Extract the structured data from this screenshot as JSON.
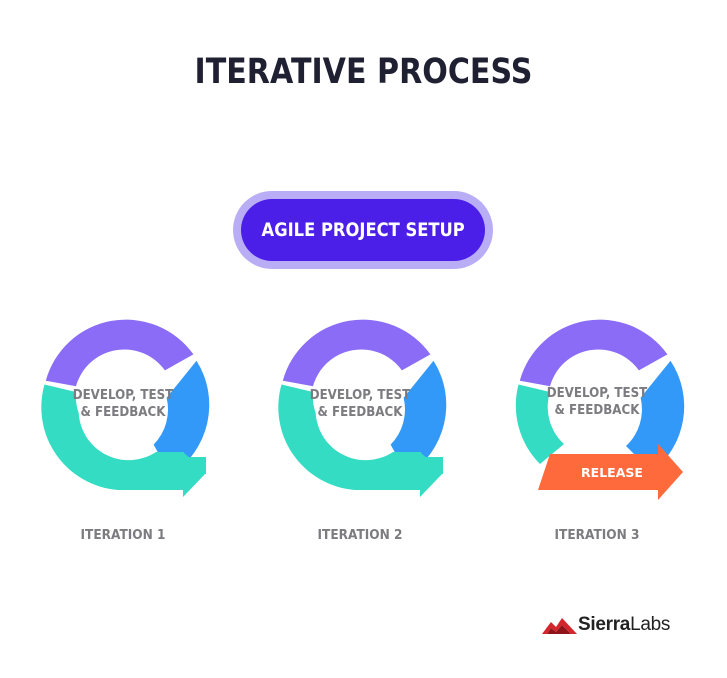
{
  "title": "ITERATIVE PROCESS",
  "setup": {
    "label": "AGILE PROJECT SETUP"
  },
  "cycles": [
    {
      "text_line1": "DEVELOP, TEST",
      "text_line2": "& FEEDBACK",
      "label": "ITERATION 1"
    },
    {
      "text_line1": "DEVELOP, TEST",
      "text_line2": "& FEEDBACK",
      "label": "ITERATION 2"
    },
    {
      "text_line1": "DEVELOP, TEST",
      "text_line2": "& FEEDBACK",
      "label": "ITERATION 3",
      "badge": "RELEASE"
    }
  ],
  "logo": {
    "part1": "Sierra",
    "part2": "Labs"
  },
  "colors": {
    "purple": "#8b6cf6",
    "blue": "#3399f8",
    "teal": "#33dcc3",
    "orange": "#ff6a3d",
    "setup_bg": "#4c1fe8",
    "setup_ring": "#b9aef6",
    "logo_red": "#d3262c"
  }
}
